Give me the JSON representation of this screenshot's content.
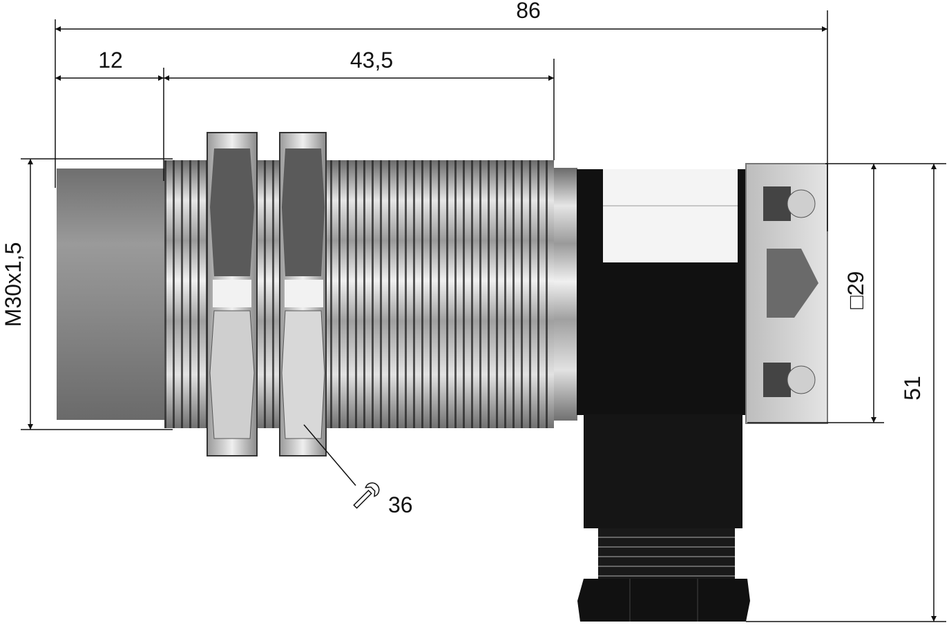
{
  "dimensions": {
    "overall_length": "86",
    "front_cap_length": "12",
    "thread_length": "43,5",
    "thread_size": "M30x1,5",
    "connector_square": "□29",
    "overall_height": "51",
    "wrench_size": "36"
  },
  "icons": {
    "wrench": "wrench-icon"
  },
  "colors": {
    "body_dark": "#111111",
    "metal_light": "#d8d8d8",
    "metal_mid": "#8c8c8c",
    "cap_gray": "#7d7d7d"
  }
}
